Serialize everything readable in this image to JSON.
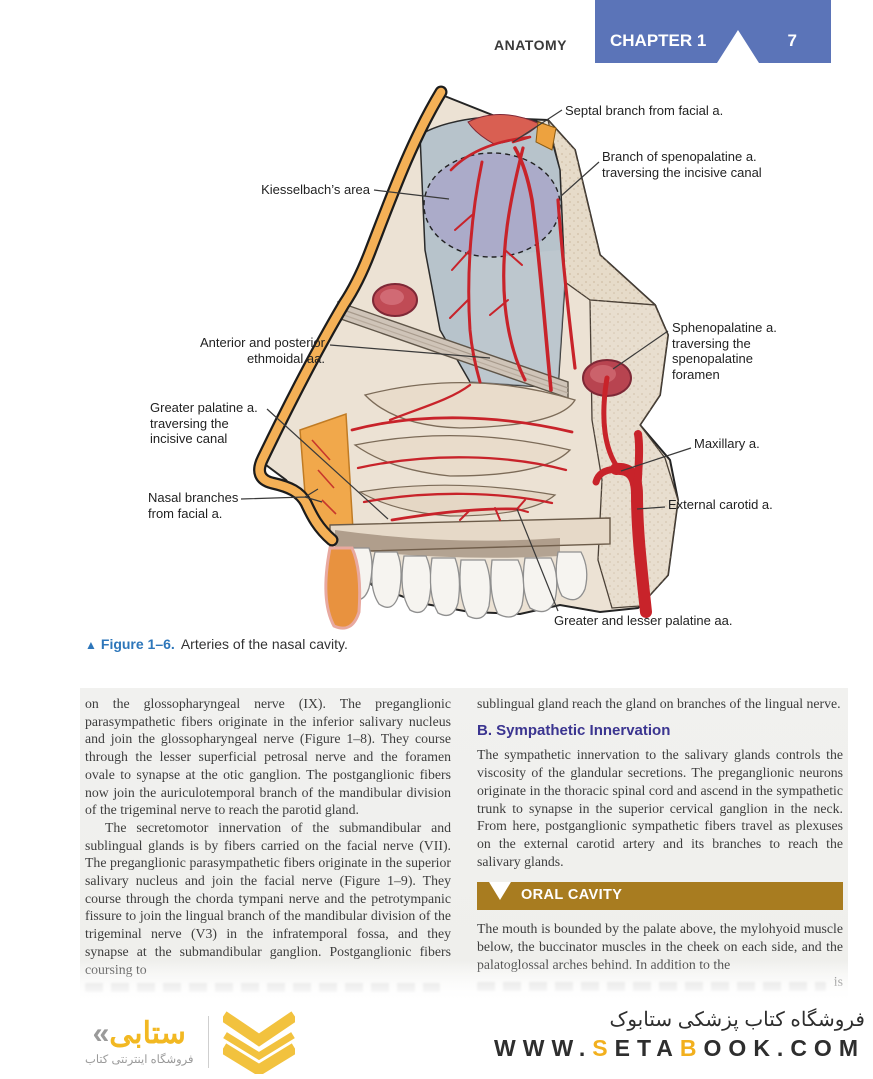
{
  "header": {
    "section_label": "ANATOMY",
    "chapter": "CHAPTER 1",
    "page_number": "7",
    "bar_color": "#5b74b8"
  },
  "figure": {
    "caption_marker": "▲",
    "caption_label": "Figure 1–6.",
    "caption_text": "Arteries of the nasal cavity.",
    "labels": {
      "septal": "Septal branch from facial a.",
      "branch_spheno": [
        "Branch of spenopalatine a.",
        "traversing the incisive canal"
      ],
      "kiesselbach": "Kiesselbach’s area",
      "ethmoidal": [
        "Anterior and posterior",
        "ethmoidal aa."
      ],
      "greater_palatine": [
        "Greater palatine a.",
        "traversing the",
        "incisive canal"
      ],
      "nasal_branches": [
        "Nasal branches",
        "from facial a."
      ],
      "sphenopalatine": [
        "Sphenopalatine a.",
        "traversing the",
        "spenopalatine",
        "foramen"
      ],
      "maxillary": "Maxillary a.",
      "external_carotid": "External carotid a.",
      "greater_lesser": "Greater and lesser palatine aa."
    }
  },
  "columns": {
    "left": {
      "p1": "on the glossopharyngeal nerve (IX). The preganglionic parasympathetic fibers originate in the inferior salivary nucleus and join the glossopharyngeal nerve (Figure 1–8). They course through the lesser superficial petrosal nerve and the foramen ovale to synapse at the otic ganglion. The postganglionic fibers now join the auriculotemporal branch of the mandibular division of the trigeminal nerve to reach the parotid gland.",
      "p2": "The secretomotor innervation of the submandibular and sublingual glands is by fibers carried on the facial nerve (VII). The preganglionic parasympathetic fibers originate in the superior salivary nucleus and join the facial nerve (Figure 1–9). They course through the chorda tympani nerve and the petrotympanic fissure to join the lingual branch of the mandibular division of the trigeminal nerve (V3) in the infratemporal fossa, and they synapse at the submandibular ganglion. Postganglionic fibers coursing to"
    },
    "right": {
      "p1": "sublingual gland reach the gland on branches of the lingual nerve.",
      "heading": "B. Sympathetic Innervation",
      "p2": "The sympathetic innervation to the salivary glands controls the viscosity of the glandular secretions. The preganglionic neurons originate in the thoracic spinal cord and ascend in the sympathetic trunk to synapse in the superior cervical ganglion in the neck. From here, postganglionic sympathetic fibers travel as plexuses on the external carotid artery and its branches to reach the salivary glands.",
      "section_title": "ORAL CAVITY",
      "p3": "The mouth is bounded by the palate above, the mylohyoid muscle below, the buccinator muscles in the cheek on each side, and the palatoglossal arches behind. In addition to the",
      "truncated_word": "is"
    }
  },
  "footer": {
    "logo_mark": "«",
    "logo_text": "ستابی",
    "logo_sub": "فروشگاه اینترنتی کتاب",
    "store_line": "فروشگاه کتاب پزشکی ستابوک",
    "url": {
      "w": "WWW.",
      "s": "S",
      "eta": "ETA",
      "b": "B",
      "ook": "OOK.COM"
    }
  },
  "colors": {
    "chapter_bar": "#5b74b8",
    "section_bar_gold": "#a87c20",
    "sub_heading_purple": "#3b3590",
    "caption_blue": "#2d76ba",
    "artery_red": "#c8232a",
    "logo_yellow": "#f2b822"
  }
}
